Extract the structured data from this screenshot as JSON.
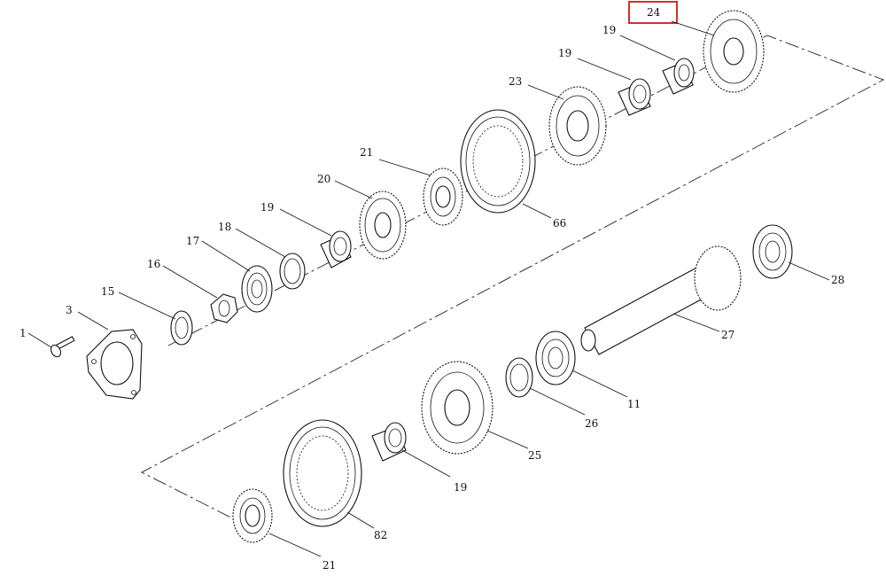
{
  "diagram": {
    "highlighted_callout": "24",
    "callouts": [
      {
        "id": "c-1",
        "label": "1"
      },
      {
        "id": "c-3",
        "label": "3"
      },
      {
        "id": "c-15",
        "label": "15"
      },
      {
        "id": "c-16",
        "label": "16"
      },
      {
        "id": "c-17",
        "label": "17"
      },
      {
        "id": "c-18",
        "label": "18"
      },
      {
        "id": "c-19a",
        "label": "19"
      },
      {
        "id": "c-20",
        "label": "20"
      },
      {
        "id": "c-21a",
        "label": "21"
      },
      {
        "id": "c-66",
        "label": "66"
      },
      {
        "id": "c-23",
        "label": "23"
      },
      {
        "id": "c-19b",
        "label": "19"
      },
      {
        "id": "c-19c",
        "label": "19"
      },
      {
        "id": "c-24",
        "label": "24"
      },
      {
        "id": "c-28",
        "label": "28"
      },
      {
        "id": "c-27",
        "label": "27"
      },
      {
        "id": "c-11",
        "label": "11"
      },
      {
        "id": "c-26",
        "label": "26"
      },
      {
        "id": "c-25",
        "label": "25"
      },
      {
        "id": "c-19d",
        "label": "19"
      },
      {
        "id": "c-82",
        "label": "82"
      },
      {
        "id": "c-21b",
        "label": "21"
      }
    ],
    "colors": {
      "line": "#111111",
      "highlight": "#d32f2f",
      "background": "#ffffff"
    }
  }
}
